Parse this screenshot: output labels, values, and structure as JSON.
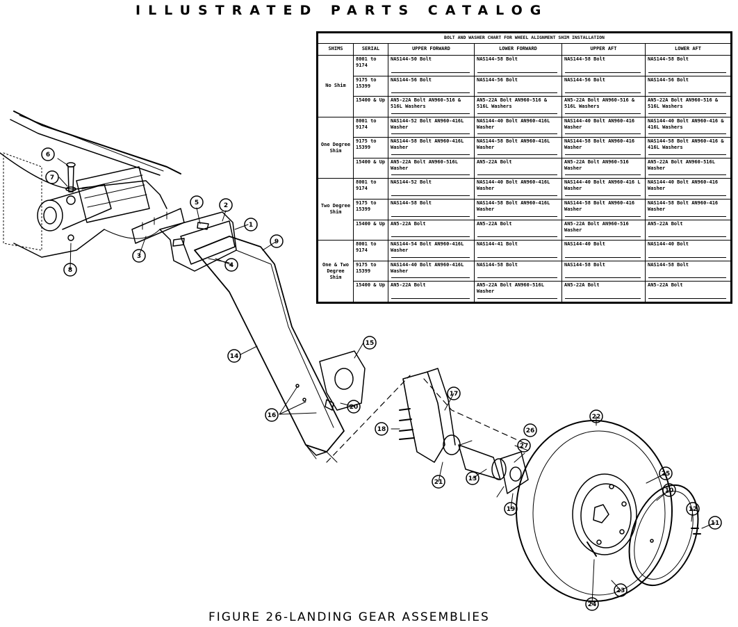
{
  "header": "ILLUSTRATED PARTS CATALOG",
  "caption": "FIGURE 26-LANDING GEAR ASSEMBLIES",
  "chart": {
    "title": "BOLT AND WASHER CHART FOR WHEEL ALIGNMENT SHIM INSTALLATION",
    "columns": [
      "SHIMS",
      "SERIAL",
      "UPPER FORWARD",
      "LOWER FORWARD",
      "UPPER AFT",
      "LOWER AFT"
    ],
    "groups": [
      {
        "shim": "No Shim",
        "rows": [
          {
            "serial": "8001 to 9174",
            "cells": [
              "NAS144-50 Bolt",
              "NAS144-58 Bolt",
              "NAS144-58 Bolt",
              "NAS144-58 Bolt"
            ]
          },
          {
            "serial": "9175 to 15399",
            "cells": [
              "NAS144-56 Bolt",
              "NAS144-56 Bolt",
              "NAS144-56 Bolt",
              "NAS144-56 Bolt"
            ]
          },
          {
            "serial": "15400 & Up",
            "cells": [
              "AN5-22A Bolt AN960-516 & 516L Washers",
              "AN5-22A Bolt AN960-516 & 516L Washers",
              "AN5-22A Bolt AN960-516 & 516L Washers",
              "AN5-22A Bolt AN960-516 & 516L Washers"
            ]
          }
        ]
      },
      {
        "shim": "One Degree Shim",
        "rows": [
          {
            "serial": "8001 to 9174",
            "cells": [
              "NAS144-52 Bolt AN960-416L Washer",
              "NAS144-40 Bolt AN960-416L Washer",
              "NAS144-40 Bolt AN960-416 Washer",
              "NAS144-40 Bolt AN960-416 & 416L Washers"
            ]
          },
          {
            "serial": "9175 to 15399",
            "cells": [
              "NAS144-58 Bolt AN960-416L Washer",
              "NAS144-58 Bolt AN960-416L Washer",
              "NAS144-58 Bolt AN960-416 Washer",
              "NAS144-58 Bolt AN960-416 & 416L Washers"
            ]
          },
          {
            "serial": "15400 & Up",
            "cells": [
              "AN5-22A Bolt AN960-516L Washer",
              "AN5-22A Bolt",
              "AN5-22A Bolt AN960-516 Washer",
              "AN5-22A Bolt AN960-516L Washer"
            ]
          }
        ]
      },
      {
        "shim": "Two Degree Shim",
        "rows": [
          {
            "serial": "8001 to 9174",
            "cells": [
              "NAS144-52 Bolt",
              "NAS144-40 Bolt AN960-416L Washer",
              "NAS144-40 Bolt AN960-416 L Washer",
              "NAS144-40 Bolt AN960-416 Washer"
            ]
          },
          {
            "serial": "9175 to 15399",
            "cells": [
              "NAS144-58 Bolt",
              "NAS144-58 Bolt AN960-416L Washer",
              "NAS144-58 Bolt AN960-416 Washer",
              "NAS144-58 Bolt AN960-416 Washer"
            ]
          },
          {
            "serial": "15400 & Up",
            "cells": [
              "AN5-22A Bolt",
              "AN5-22A Bolt",
              "AN5-22A Bolt AN960-516 Washer",
              "AN5-22A Bolt"
            ]
          }
        ]
      },
      {
        "shim": "One & Two Degree Shim",
        "rows": [
          {
            "serial": "8001 to 9174",
            "cells": [
              "NAS144-54 Bolt AN960-416L Washer",
              "NAS144-41 Bolt",
              "NAS144-40 Bolt",
              "NAS144-40 Bolt"
            ]
          },
          {
            "serial": "9175 to 15399",
            "cells": [
              "NAS144-40 Bolt AN960-416L Washer",
              "NAS144-58 Bolt",
              "NAS144-58 Bolt",
              "NAS144-58 Bolt"
            ]
          },
          {
            "serial": "15400 & Up",
            "cells": [
              "AN5-22A Bolt",
              "AN5-22A Bolt AN960-516L Washer",
              "AN5-22A Bolt",
              "AN5-22A Bolt"
            ]
          }
        ]
      }
    ]
  },
  "callouts": [
    "1",
    "2",
    "3",
    "4",
    "5",
    "6",
    "7",
    "8",
    "9",
    "10",
    "11",
    "12",
    "13",
    "14",
    "15",
    "16",
    "17",
    "18",
    "19",
    "20",
    "21",
    "22",
    "23",
    "24",
    "25",
    "26",
    "27"
  ]
}
